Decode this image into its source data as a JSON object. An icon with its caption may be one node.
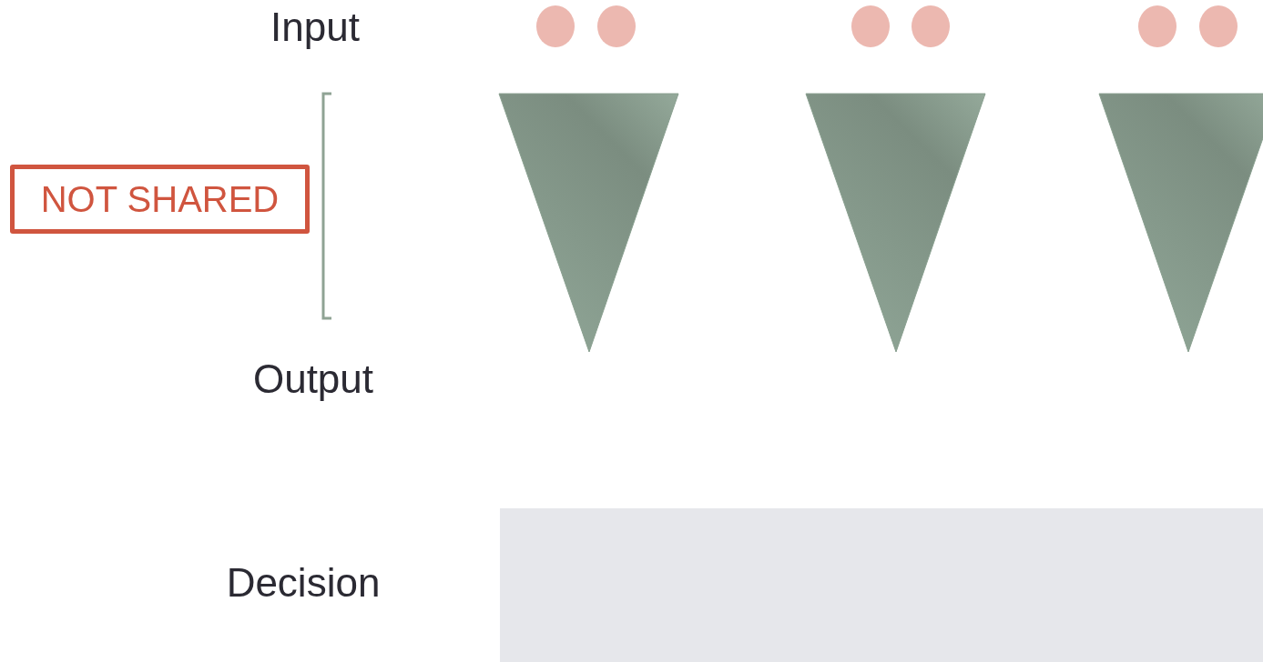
{
  "diagram": {
    "nodes": [
      {
        "text": [
          "NOT SHARED"
        ]
      }
    ],
    "labels": [
      "Input",
      "Output",
      "Decision"
    ]
  }
}
